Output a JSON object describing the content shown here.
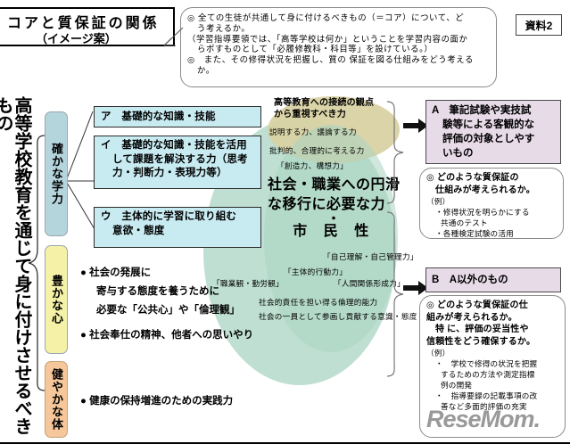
{
  "title": {
    "main": "コアと質保証の関係",
    "sub": "（イメージ案）"
  },
  "doc_label": "資料2",
  "top_callout": {
    "line1": "◎ 全ての生徒が共通して身に付けるべきもの（＝コア）について、ど",
    "line2": "う考えるか。",
    "line3": "（学習指導要領では、「高等学校は何か」ということを学習内容の面か",
    "line4": "らポすものとして「必履修教科・科目等」を設けている。）",
    "line5": "◎　また、その修得状況を把握し、質の 保証を図る仕組みをどう考える",
    "line6": "か。"
  },
  "left_heading": "高等学校教育を通じて身に付けさせるべきもの",
  "pills": [
    {
      "label": "確かな学力",
      "color": "#b5d5dd"
    },
    {
      "label": "豊かな心",
      "color": "#f5f2a8"
    },
    {
      "label": "健やかな体",
      "color": "#f5c79a"
    }
  ],
  "ability_boxes": {
    "a": {
      "line1": "ア　基礎的な知識・技能"
    },
    "i": {
      "line1": "イ　基礎的な知識・技能を活用",
      "line2": "して課題を解決する力（思考",
      "line3": "力・判断力・表現力等）"
    },
    "u": {
      "line1": "ウ　主体的に学習に取り組む",
      "line2": "意欲・態度"
    }
  },
  "circle": {
    "top_label_line1": "高等教育への接続の観点",
    "top_label_line2": "から重視すべき力",
    "sub1": "説明する力、議論する力",
    "sub2": "批判的、合理的に考える力",
    "sub3": "「創造力、構想力」",
    "main_line1": "社会・職業への円滑",
    "main_line2": "な移行に必要な力",
    "main_dot": "・",
    "main_line3": "市 民 性",
    "tag_jiko": "「自己理解・自己管理力」",
    "tag_shutai": "「主体的行動力」",
    "tag_shokugyo": "「職業観・勤労観」",
    "tag_ningen": "「人間関係形成力」",
    "note1": "社会的責任を担い得る倫理的能力",
    "note2": "社会の一員として参画し貢献する意識・態度"
  },
  "bullets": {
    "b1_line1": "● 社会の発展に",
    "b1_line2": "寄与する態度を養うために",
    "b1_line3": "必要な「公共心」や「倫理観」",
    "b2": "● 社会奉仕の精神、他者への思いやり",
    "b3": "● 健康の保持増進のための実践力"
  },
  "right": {
    "box_a_line1": "A　筆記試験や実技試",
    "box_a_line2": "験等による客観的な",
    "box_a_line3": "評価の対象としやす",
    "box_a_line4": "いもの",
    "box_b": "B　A以外のもの",
    "callout_a": {
      "line1": "◎ どのような質保証の",
      "line2": "仕組みが考えられるか。",
      "line3": "（例）",
      "line4": "・修得状況を明らかにする",
      "line5": "共通のテスト",
      "line6": "・各種検定試験の活用"
    },
    "callout_b": {
      "line1": "◎ どのような質保証の仕",
      "line2": "組みが考えられるか。",
      "line3": "特 に、評価の妥当性や",
      "line4": "信頼性をどう確保するか。",
      "line5": "（例）",
      "line6": "・　学校で修得の状況を把握",
      "line7": "するための方法や測定指標",
      "line8": "例の開発",
      "line9": "・　指導要録の記載事項の改",
      "line10": "善など多面的評価の充実"
    }
  },
  "watermark": "ReseMom."
}
